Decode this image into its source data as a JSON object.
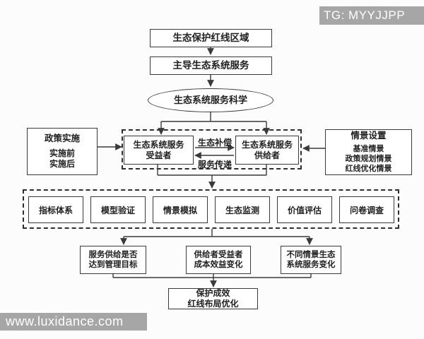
{
  "colors": {
    "background": "#fcfcfc",
    "line": "#3a3a3a",
    "text": "#1f1f1f",
    "watermark_bg": "#a6a6a6",
    "watermark_text": "#ffffff"
  },
  "watermarks": {
    "top_right": "TG: MYYJJPP",
    "bottom_left": "www.luxidance.com"
  },
  "flow": {
    "top1": "生态保护红线区域",
    "top2": "主导生态系统服务",
    "science": "生态系统服务科学",
    "policy": {
      "title": "政策实施",
      "lines": [
        "实施前",
        "实施后"
      ]
    },
    "scenario": {
      "title": "情景设置",
      "lines": [
        "基准情景",
        "政策规划情景",
        "红线优化情景"
      ]
    },
    "beneficiary": {
      "lines": [
        "生态系统服务",
        "受益者"
      ]
    },
    "provider": {
      "lines": [
        "生态系统服务",
        "供给者"
      ]
    },
    "compensation": "生态补偿",
    "transfer": "服务传递",
    "methods": [
      "指标体系",
      "模型验证",
      "情景模拟",
      "生态监测",
      "价值评估",
      "问卷调查"
    ],
    "outcomes": [
      {
        "lines": [
          "服务供给是否",
          "达到管理目标"
        ]
      },
      {
        "lines": [
          "供给者受益者",
          "成本效益变化"
        ]
      },
      {
        "lines": [
          "不同情景生态",
          "系统服务变化"
        ]
      }
    ],
    "final": {
      "lines": [
        "保护成效",
        "红线布局优化"
      ]
    }
  }
}
